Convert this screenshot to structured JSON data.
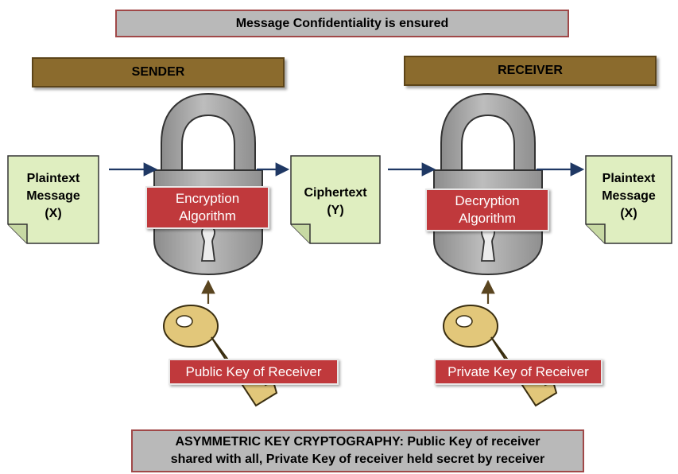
{
  "header": {
    "title": "Message Confidentiality is ensured"
  },
  "roles": {
    "sender": "SENDER",
    "receiver": "RECEIVER"
  },
  "documents": {
    "plaintext_in": {
      "line1": "Plaintext",
      "line2": "Message",
      "line3": "(X)"
    },
    "ciphertext": {
      "line1": "Ciphertext",
      "line2": "(Y)"
    },
    "plaintext_out": {
      "line1": "Plaintext",
      "line2": "Message",
      "line3": "(X)"
    }
  },
  "algorithms": {
    "encryption": {
      "line1": "Encryption",
      "line2": "Algorithm"
    },
    "decryption": {
      "line1": "Decryption",
      "line2": "Algorithm"
    }
  },
  "keys": {
    "public_key": "Public Key of Receiver",
    "private_key": "Private Key of Receiver"
  },
  "footer": {
    "line1": "ASYMMETRIC KEY CRYPTOGRAPHY: Public Key of receiver",
    "line2": "shared with all, Private Key of receiver held secret by receiver"
  },
  "colors": {
    "lock_gray": "#a9a9a9",
    "note_green": "#dfeec0",
    "label_red": "#c0393c",
    "role_brown": "#8b6b2d",
    "arrow_blue": "#1f3864",
    "key_gold": "#e2c77a"
  }
}
